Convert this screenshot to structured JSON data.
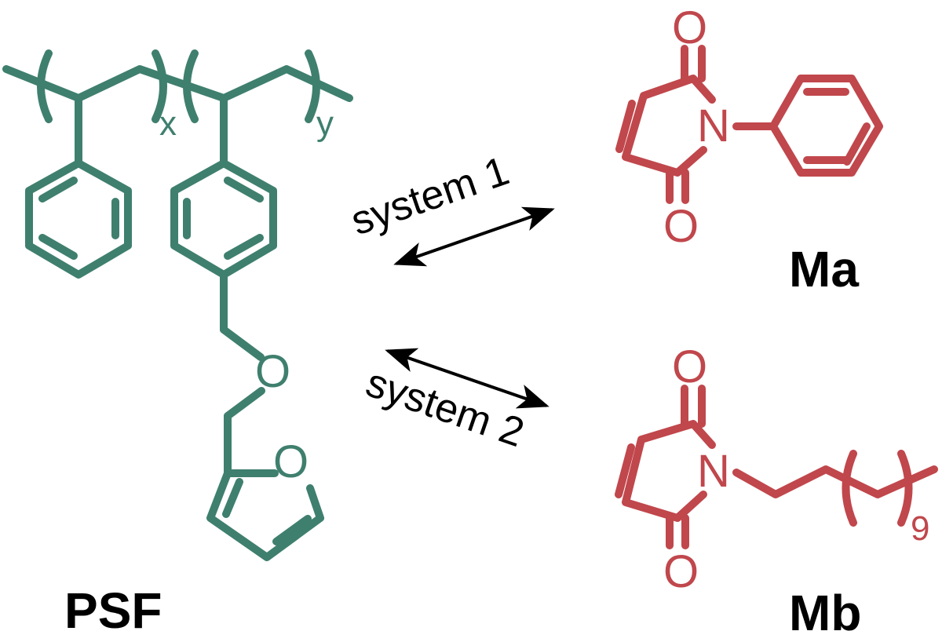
{
  "colors": {
    "psf": "#3f7f6e",
    "maleimide": "#c0474c",
    "text": "#000000"
  },
  "psf": {
    "label": "PSF",
    "sub_x": "x",
    "sub_y": "y",
    "ether_o": "O",
    "furan_o": "O"
  },
  "ma": {
    "label": "Ma",
    "o_top": "O",
    "o_bottom": "O",
    "n": "N"
  },
  "mb": {
    "label": "Mb",
    "o_top": "O",
    "o_bottom": "O",
    "n": "N",
    "sub_9": "9"
  },
  "arrows": {
    "system1": "system 1",
    "system2": "system 2"
  }
}
